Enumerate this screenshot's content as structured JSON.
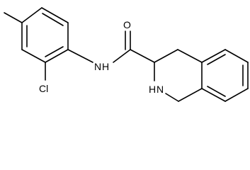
{
  "molecule": {
    "atoms": {
      "oxygen": "O",
      "amide_nitrogen": "N",
      "amide_hydrogen": "H",
      "ring_nitrogen": "N",
      "ring_hydrogen": "H",
      "chlorine": "Cl"
    }
  }
}
